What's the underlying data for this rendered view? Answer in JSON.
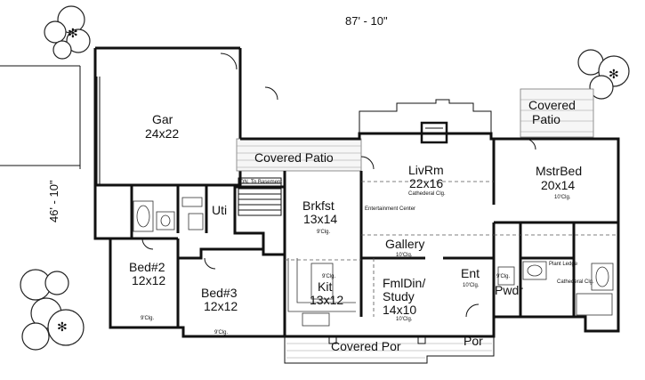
{
  "overall": {
    "width": "87' - 10\"",
    "depth": "46' - 10\""
  },
  "rooms": {
    "gar": {
      "name": "Gar",
      "size": "24x22"
    },
    "covered_patio_back": {
      "name": "Covered Patio"
    },
    "covered_patio_right": {
      "line1": "Covered",
      "line2": "Patio"
    },
    "brkfst": {
      "name": "Brkfst",
      "size": "13x14",
      "note": "9'Clg."
    },
    "livrm": {
      "name": "LivRm",
      "size": "22x16",
      "note": "Cathederal Clg."
    },
    "mstrbed": {
      "name": "MstrBed",
      "size": "20x14",
      "note": "10'Clg."
    },
    "uti": {
      "name": "Uti"
    },
    "bed2": {
      "name": "Bed#2",
      "size": "12x12",
      "note": "9'Clg."
    },
    "bed3": {
      "name": "Bed#3",
      "size": "12x12",
      "note": "9'Clg."
    },
    "kit": {
      "name": "Kit",
      "size": "13x12",
      "note": "9'Clg."
    },
    "gallery": {
      "name": "Gallery",
      "note": "10'Clg."
    },
    "fmldin": {
      "line1": "FmlDin/",
      "line2": "Study",
      "size": "14x10",
      "note": "10'Clg."
    },
    "ent": {
      "name": "Ent",
      "note": "10'Clg."
    },
    "pwdr": {
      "name": "Pwdr",
      "note": "9'Clg."
    },
    "covered_por": {
      "name": "Covered Por"
    },
    "por": {
      "name": "Por"
    }
  },
  "annotations": {
    "dn_basement": "DN. To Basement",
    "entertainment": "Entertainment Center",
    "plant_ledge": "Plant Ledge",
    "mstr_bath_clg": "Cathederal Clg."
  }
}
